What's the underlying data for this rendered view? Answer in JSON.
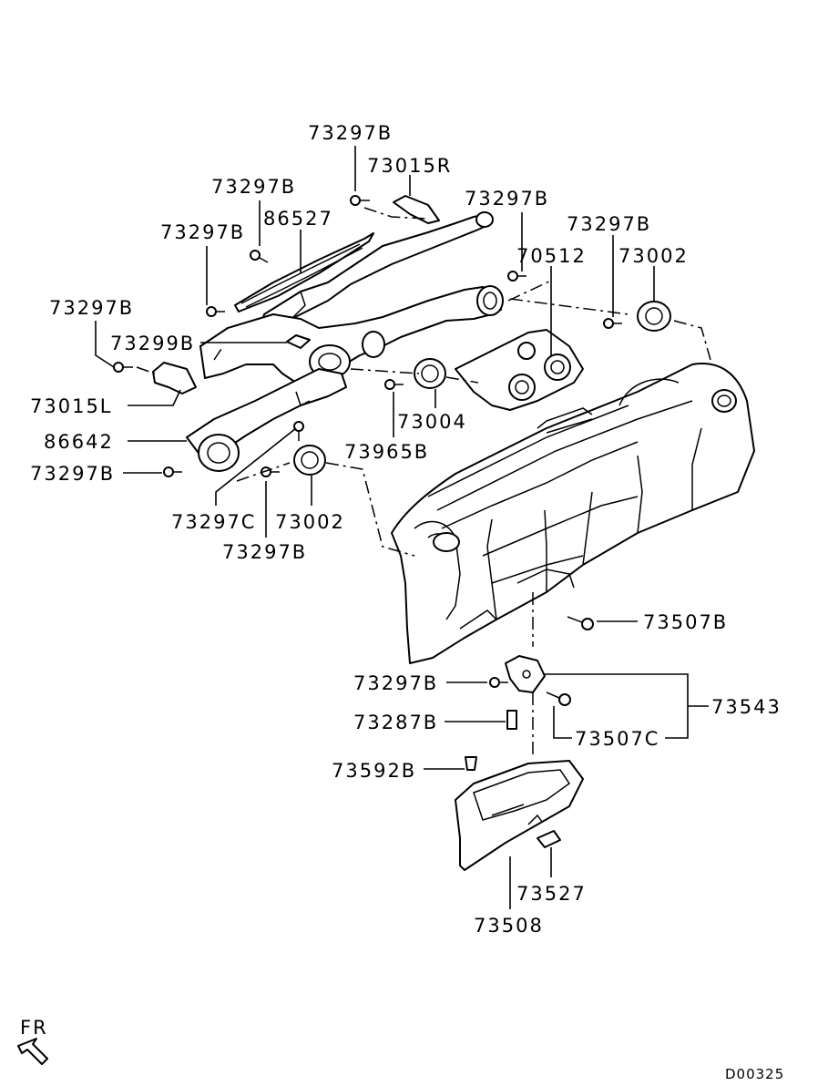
{
  "labels": [
    {
      "text": "73297B"
    },
    {
      "text": "73015R"
    },
    {
      "text": "73297B"
    },
    {
      "text": "86527"
    },
    {
      "text": "73297B"
    },
    {
      "text": "73297B"
    },
    {
      "text": "70512"
    },
    {
      "text": "73297B"
    },
    {
      "text": "73002"
    },
    {
      "text": "73297B"
    },
    {
      "text": "73299B"
    },
    {
      "text": "73015L"
    },
    {
      "text": "73004"
    },
    {
      "text": "86642"
    },
    {
      "text": "73965B"
    },
    {
      "text": "73297B"
    },
    {
      "text": "73297C"
    },
    {
      "text": "73002"
    },
    {
      "text": "73297B"
    },
    {
      "text": "73507B"
    },
    {
      "text": "73297B"
    },
    {
      "text": "73543"
    },
    {
      "text": "73287B"
    },
    {
      "text": "73507C"
    },
    {
      "text": "73592B"
    },
    {
      "text": "73527"
    },
    {
      "text": "73508"
    }
  ],
  "direction": {
    "text": "FR"
  },
  "drawing_code": "D00325"
}
